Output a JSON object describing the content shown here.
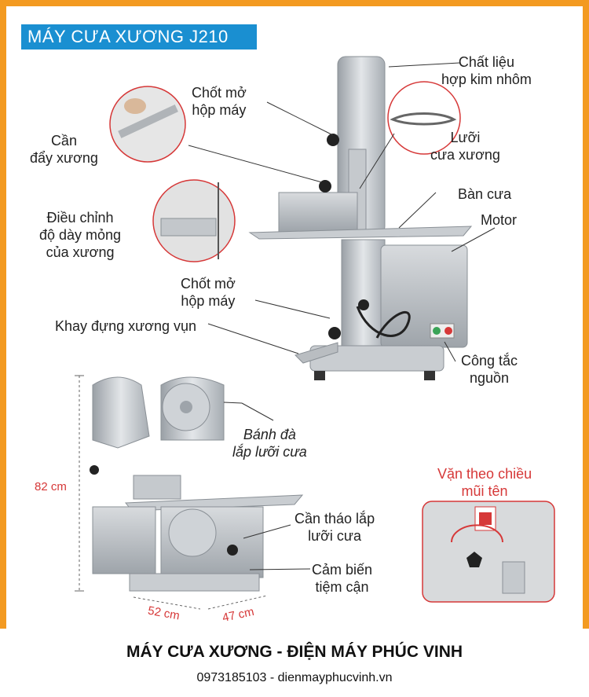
{
  "header": {
    "title": "MÁY CƯA XƯƠNG J210"
  },
  "labels": {
    "chat_lieu": [
      "Chất liệu",
      "hợp kim nhôm"
    ],
    "chot_mo_top": [
      "Chốt mở",
      "hộp máy"
    ],
    "luoi_cua": [
      "Lưỡi",
      "cưa xương"
    ],
    "can_day": [
      "Cần",
      "đẩy xương"
    ],
    "ban_cua": "Bàn cưa",
    "motor": "Motor",
    "dieu_chinh": [
      "Điều chỉnh",
      "độ dày mỏng",
      "của xương"
    ],
    "chot_mo_mid": [
      "Chốt mở",
      "hộp máy"
    ],
    "khay": "Khay đựng xương vụn",
    "cong_tac": [
      "Công tắc",
      "nguồn"
    ],
    "banh_da": [
      "Bánh đà",
      "lắp lưỡi cưa"
    ],
    "can_thao": [
      "Cần tháo lắp",
      "lưỡi cưa"
    ],
    "cam_bien": [
      "Cảm biến",
      "tiệm cận"
    ],
    "van_theo": [
      "Vặn theo chiều",
      "mũi tên"
    ]
  },
  "dimensions": {
    "height": "82 cm",
    "width": "52 cm",
    "depth": "47 cm"
  },
  "footer": {
    "title": "MÁY CƯA XƯƠNG - ĐIỆN MÁY PHÚC VINH",
    "contact": "0973185103 - dienmayphucvinh.vn"
  },
  "colors": {
    "frame": "#f39a21",
    "badge": "#1a8fd1",
    "accent_red": "#d63838"
  }
}
